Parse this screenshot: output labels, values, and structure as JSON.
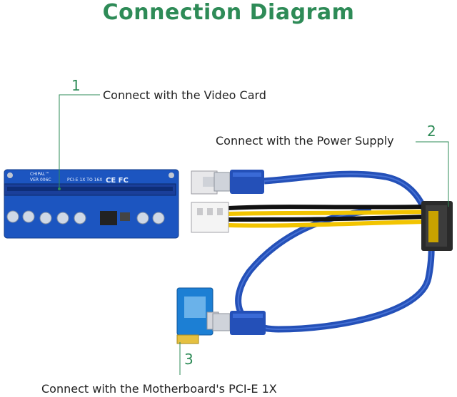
{
  "title": "Connection Diagram",
  "callouts": [
    {
      "number": "1",
      "text": "Connect with the Video Card"
    },
    {
      "number": "2",
      "text": "Connect with the Power Supply"
    },
    {
      "number": "3",
      "text": "Connect with the Motherboard's PCI-E 1X"
    }
  ],
  "board": {
    "silkscreen_brand": "CHIPAL™",
    "silkscreen_version": "VER 006C",
    "silkscreen_type": "PCI-E 1X TO 16X",
    "cert_marks": "CE FC"
  },
  "colors": {
    "accent": "#2e8b57",
    "pcb_blue": "#1c55c0",
    "cable_blue": "#2450b8",
    "wire_yellow": "#f2c400",
    "wire_black": "#111111"
  }
}
